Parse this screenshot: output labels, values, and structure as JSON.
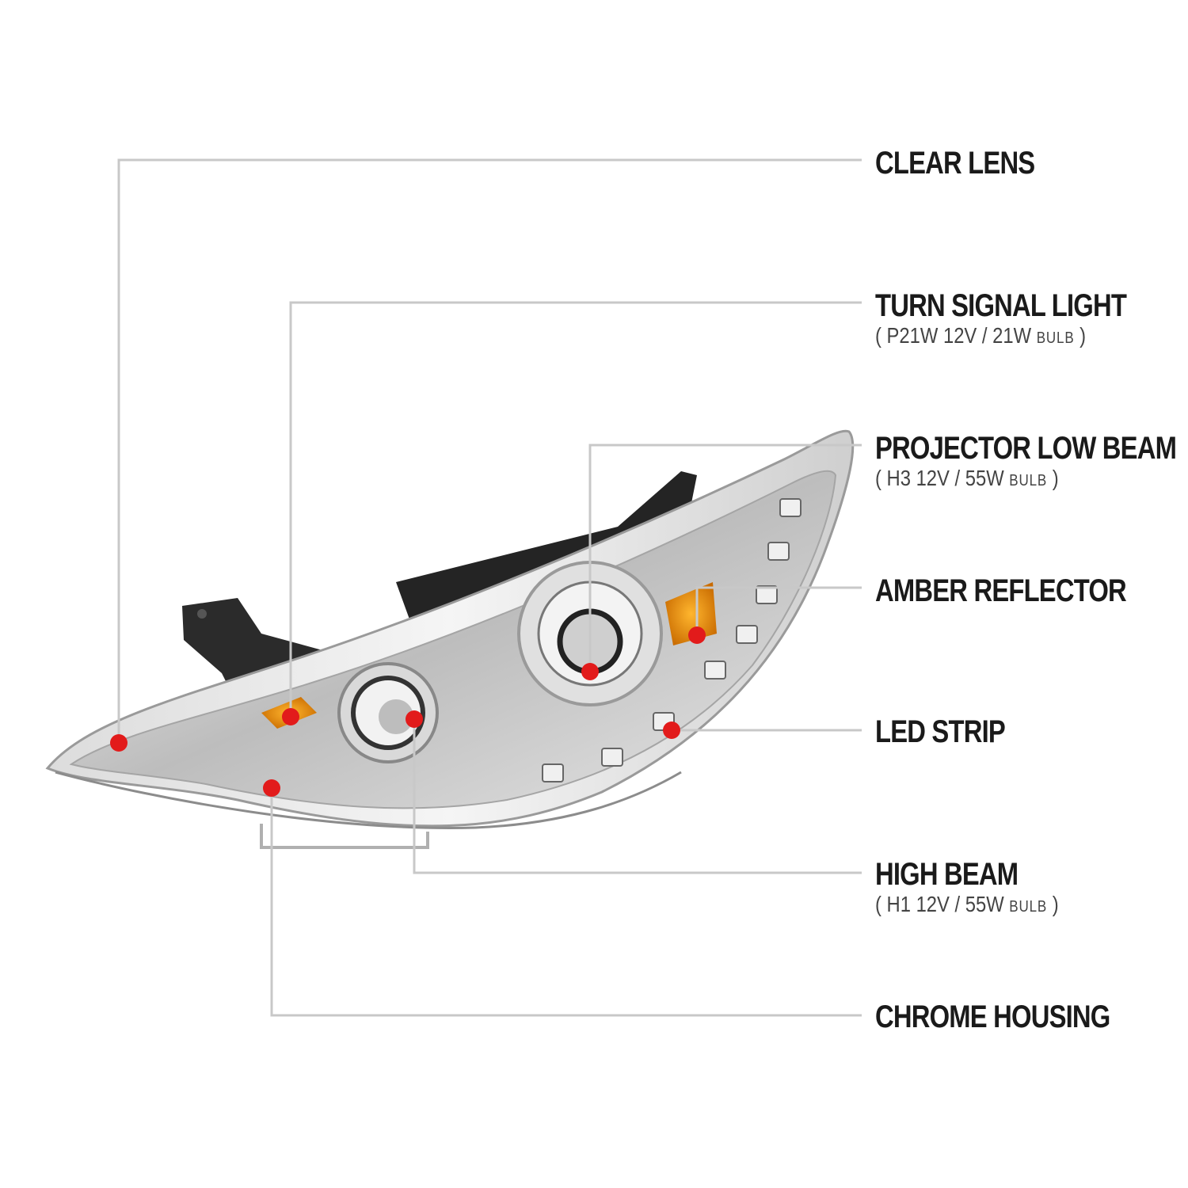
{
  "colors": {
    "leader_line": "#c8c8c8",
    "marker": "#e21b1b",
    "marker_highlight": "#ffffff",
    "text": "#1a1a1a",
    "amber": "#e8900a"
  },
  "callouts": [
    {
      "id": "clear-lens",
      "title": "CLEAR LENS",
      "spec": ""
    },
    {
      "id": "turn-signal-light",
      "title": "TURN SIGNAL LIGHT",
      "spec": "( P21W  12V / 21W",
      "unit": "BULB",
      "spec_end": ")"
    },
    {
      "id": "projector-low-beam",
      "title": "PROJECTOR LOW BEAM",
      "spec": "( H3  12V / 55W",
      "unit": "BULB",
      "spec_end": ")"
    },
    {
      "id": "amber-reflector",
      "title": "AMBER REFLECTOR",
      "spec": ""
    },
    {
      "id": "led-strip",
      "title": "LED STRIP",
      "spec": ""
    },
    {
      "id": "high-beam",
      "title": "HIGH BEAM",
      "spec": "( H1  12V / 55W",
      "unit": "BULB",
      "spec_end": ")"
    },
    {
      "id": "chrome-housing",
      "title": "CHROME HOUSING",
      "spec": ""
    }
  ]
}
